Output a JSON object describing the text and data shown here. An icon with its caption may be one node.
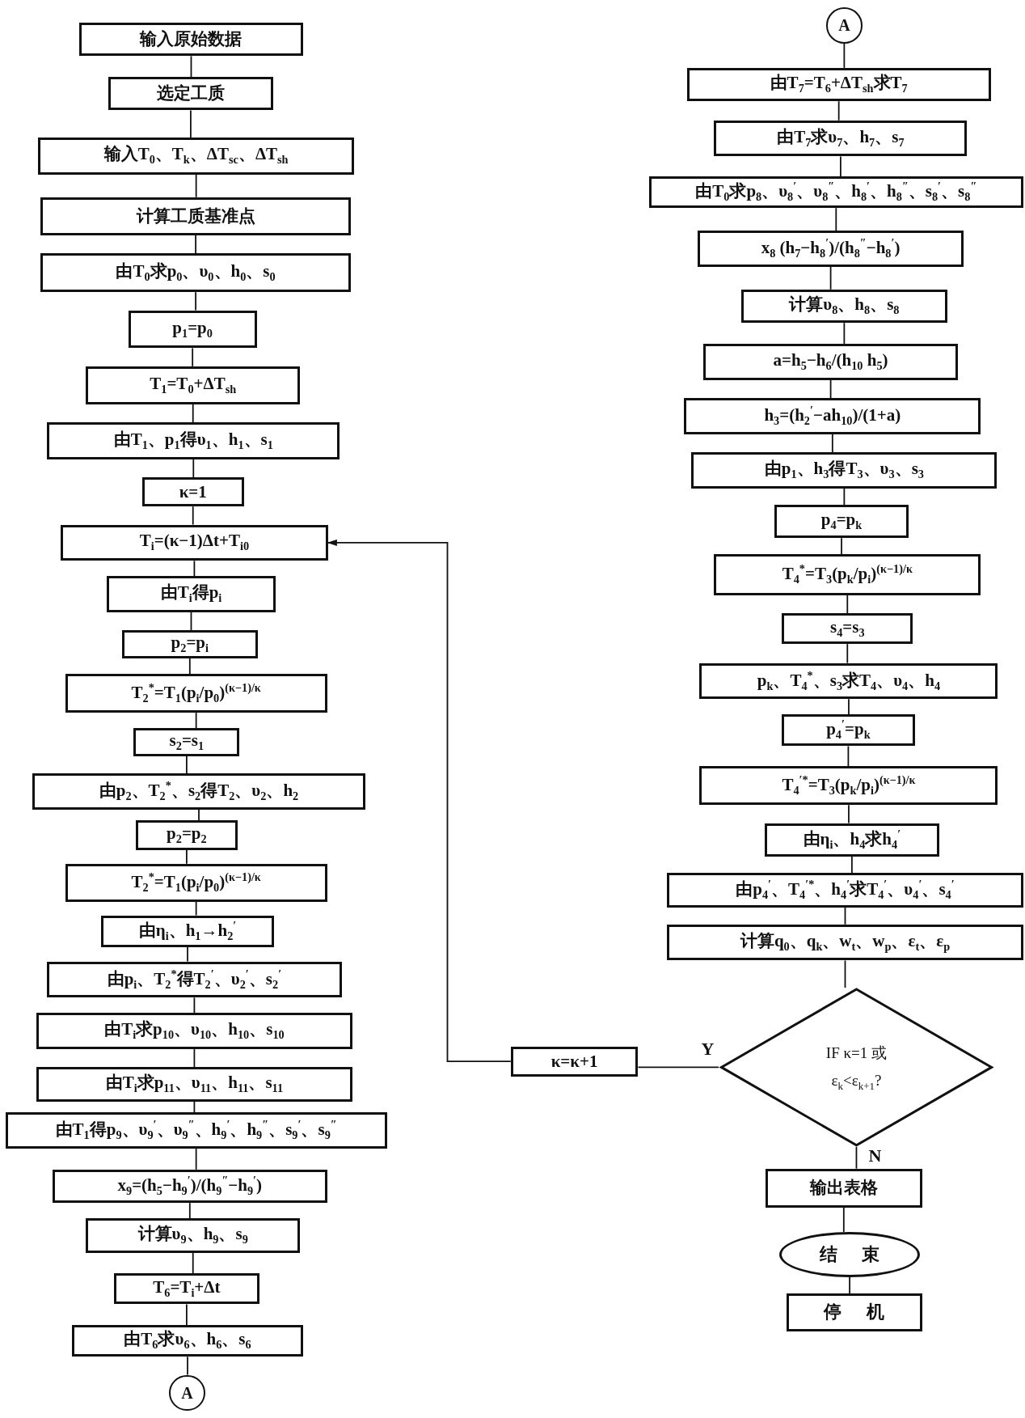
{
  "diagram": {
    "nodes": [
      {
        "text": [
          "输入原始数据"
        ]
      },
      {
        "text": [
          "选定工质"
        ]
      },
      {
        "text": [
          "输入T$_{0}$、T$_{k}$、ΔT$_{sc}$、ΔT$_{sh}$"
        ]
      },
      {
        "text": [
          "计算工质基准点"
        ]
      },
      {
        "text": [
          "由T$_{0}$求p$_{0}$、υ$_{0}$、h$_{0}$、s$_{0}$"
        ]
      },
      {
        "text": [
          "p$_{1}$=p$_{0}$"
        ]
      },
      {
        "text": [
          "T$_{1}$=T$_{0}$+ΔT$_{sh}$"
        ]
      },
      {
        "text": [
          "由T$_{1}$、p$_{1}$得υ$_{1}$、h$_{1}$、s$_{1}$"
        ]
      },
      {
        "text": [
          "κ=1"
        ]
      },
      {
        "text": [
          "T$_{i}$=(κ−1)Δt+T$_{i0}$"
        ]
      },
      {
        "text": [
          "由T$_{i}$得p$_{i}$"
        ]
      },
      {
        "text": [
          "p$_{2}$=p$_{i}$"
        ]
      },
      {
        "text": [
          "T$_{2}$$^{*}$=T$_{1}$(p$_{i}$/p$_{0}$)$^{(κ−1)/κ}$"
        ]
      },
      {
        "text": [
          "s$_{2}$=s$_{1}$"
        ]
      },
      {
        "text": [
          "由p$_{2}$、T$_{2}$$^{*}$、s$_{2}$得T$_{2}$、υ$_{2}$、h$_{2}$"
        ]
      },
      {
        "text": [
          "p$_{2}$=p$_{2}$"
        ]
      },
      {
        "text": [
          "T$_{2}$$^{*}$=T$_{1}$(p$_{i}$/p$_{0}$)$^{(κ−1)/κ}$"
        ]
      },
      {
        "text": [
          "由η$_{i}$、h$_{1}$→h$_{2}$$^{′}$"
        ]
      },
      {
        "text": [
          "由p$_{i}$、T$_{2}$$^{*}$得T$_{2}$$^{′}$、υ$_{2}$$^{′}$、s$_{2}$$^{′}$"
        ]
      },
      {
        "text": [
          "由T$_{i}$求p$_{10}$、υ$_{10}$、h$_{10}$、s$_{10}$"
        ]
      },
      {
        "text": [
          "由T$_{i}$求p$_{11}$、υ$_{11}$、h$_{11}$、s$_{11}$"
        ]
      },
      {
        "text": [
          "由T$_{1}$得p$_{9}$、υ$_{9}$$^{′}$、υ$_{9}$$^{″}$、h$_{9}$$^{′}$、h$_{9}$$^{″}$、s$_{9}$$^{′}$、s$_{9}$$^{″}$"
        ]
      },
      {
        "text": [
          "x$_{9}$=(h$_{5}$−h$_{9}$$^{′}$)/(h$_{9}$$^{″}$−h$_{9}$$^{′}$)"
        ]
      },
      {
        "text": [
          "计算υ$_{9}$、h$_{9}$、s$_{9}$"
        ]
      },
      {
        "text": [
          "T$_{6}$=T$_{i}$+Δt"
        ]
      },
      {
        "text": [
          "由T$_{6}$求υ$_{6}$、h$_{6}$、s$_{6}$"
        ]
      },
      {
        "text": [
          "A"
        ]
      },
      {
        "text": [
          "A"
        ]
      },
      {
        "text": [
          "由T$_{7}$=T$_{6}$+ΔT$_{sh}$求T$_{7}$"
        ]
      },
      {
        "text": [
          "由T$_{7}$求υ$_{7}$、h$_{7}$、s$_{7}$"
        ]
      },
      {
        "text": [
          "由T$_{0}$求p$_{8}$、υ$_{8}$$^{′}$、υ$_{8}$$^{″}$、h$_{8}$$^{′}$、h$_{8}$$^{″}$、s$_{8}$$^{′}$、s$_{8}$$^{″}$"
        ]
      },
      {
        "text": [
          "x$_{8}$ (h$_{7}$−h$_{8}$$^{′}$)/(h$_{8}$$^{″}$−h$_{8}$$^{′}$)"
        ]
      },
      {
        "text": [
          "计算υ$_{8}$、h$_{8}$、s$_{8}$"
        ]
      },
      {
        "text": [
          "a=h$_{5}$−h$_{6}$/(h$_{10}$ h$_{5}$)"
        ]
      },
      {
        "text": [
          "h$_{3}$=(h$_{2}$$^{′}$−ah$_{10}$)/(1+a)"
        ]
      },
      {
        "text": [
          "由p$_{1}$、h$_{3}$得T$_{3}$、υ$_{3}$、s$_{3}$"
        ]
      },
      {
        "text": [
          "p$_{4}$=p$_{k}$"
        ]
      },
      {
        "text": [
          "T$_{4}$$^{*}$=T$_{3}$(p$_{k}$/p$_{i}$)$^{(κ−1)/κ}$"
        ]
      },
      {
        "text": [
          "s$_{4}$=s$_{3}$"
        ]
      },
      {
        "text": [
          "p$_{k}$、T$_{4}$$^{*}$、s$_{3}$求T$_{4}$、υ$_{4}$、h$_{4}$"
        ]
      },
      {
        "text": [
          "p$_{4}$$^{′}$=p$_{k}$"
        ]
      },
      {
        "text": [
          "T$_{4}$$^{′*}$=T$_{3}$(p$_{k}$/p$_{i}$)$^{(κ−1)/κ}$"
        ]
      },
      {
        "text": [
          "由η$_{i}$、h$_{4}$求h$_{4}$$^{′}$"
        ]
      },
      {
        "text": [
          "由p$_{4}$$^{′}$、T$_{4}$$^{′*}$、h$_{4}$$^{′}$求T$_{4}$$^{′}$、υ$_{4}$$^{′}$、s$_{4}$$^{′}$"
        ]
      },
      {
        "text": [
          "计算q$_{0}$、q$_{k}$、w$_{t}$、w$_{p}$、ε$_{t}$、ε$_{p}$"
        ]
      },
      {
        "text": [
          "IF κ=1 或ε$_{k}$<ε$_{k+1}$?"
        ]
      },
      {
        "text": [
          "κ=κ+1"
        ]
      },
      {
        "text": [
          "输出表格"
        ]
      },
      {
        "text": [
          "结束"
        ]
      },
      {
        "text": [
          "停机"
        ]
      }
    ],
    "edges": [
      {
        "from": 0,
        "to": 1,
        "arrow": "none"
      },
      {
        "from": 1,
        "to": 2,
        "arrow": "none"
      },
      {
        "from": 2,
        "to": 3,
        "arrow": "none"
      },
      {
        "from": 3,
        "to": 4,
        "arrow": "none"
      },
      {
        "from": 4,
        "to": 5,
        "arrow": "none"
      },
      {
        "from": 5,
        "to": 6,
        "arrow": "none"
      },
      {
        "from": 6,
        "to": 7,
        "arrow": "none"
      },
      {
        "from": 7,
        "to": 8,
        "arrow": "none"
      },
      {
        "from": 8,
        "to": 9,
        "arrow": "none"
      },
      {
        "from": 9,
        "to": 10,
        "arrow": "none"
      },
      {
        "from": 10,
        "to": 11,
        "arrow": "none"
      },
      {
        "from": 11,
        "to": 12,
        "arrow": "none"
      },
      {
        "from": 12,
        "to": 13,
        "arrow": "none"
      },
      {
        "from": 13,
        "to": 14,
        "arrow": "none"
      },
      {
        "from": 14,
        "to": 15,
        "arrow": "none"
      },
      {
        "from": 15,
        "to": 16,
        "arrow": "none"
      },
      {
        "from": 16,
        "to": 17,
        "arrow": "none"
      },
      {
        "from": 17,
        "to": 18,
        "arrow": "none"
      },
      {
        "from": 18,
        "to": 19,
        "arrow": "none"
      },
      {
        "from": 19,
        "to": 20,
        "arrow": "none"
      },
      {
        "from": 20,
        "to": 21,
        "arrow": "none"
      },
      {
        "from": 21,
        "to": 22,
        "arrow": "none"
      },
      {
        "from": 22,
        "to": 23,
        "arrow": "none"
      },
      {
        "from": 23,
        "to": 24,
        "arrow": "none"
      },
      {
        "from": 24,
        "to": 25,
        "arrow": "none"
      },
      {
        "from": 25,
        "to": 26,
        "arrow": "none"
      },
      {
        "from": 27,
        "to": 28,
        "arrow": "none"
      },
      {
        "from": 28,
        "to": 29,
        "arrow": "none"
      },
      {
        "from": 29,
        "to": 30,
        "arrow": "none"
      },
      {
        "from": 30,
        "to": 31,
        "arrow": "none"
      },
      {
        "from": 31,
        "to": 32,
        "arrow": "none"
      },
      {
        "from": 32,
        "to": 33,
        "arrow": "none"
      },
      {
        "from": 33,
        "to": 34,
        "arrow": "none"
      },
      {
        "from": 34,
        "to": 35,
        "arrow": "none"
      },
      {
        "from": 35,
        "to": 36,
        "arrow": "none"
      },
      {
        "from": 36,
        "to": 37,
        "arrow": "none"
      },
      {
        "from": 37,
        "to": 38,
        "arrow": "none"
      },
      {
        "from": 38,
        "to": 39,
        "arrow": "none"
      },
      {
        "from": 39,
        "to": 40,
        "arrow": "none"
      },
      {
        "from": 40,
        "to": 41,
        "arrow": "none"
      },
      {
        "from": 41,
        "to": 42,
        "arrow": "none"
      },
      {
        "from": 42,
        "to": 43,
        "arrow": "none"
      },
      {
        "from": 43,
        "to": 44,
        "arrow": "none"
      },
      {
        "from": 44,
        "to": 45,
        "arrow": "none"
      },
      {
        "from": 45,
        "to": 46,
        "label": "Y",
        "arrow": "none"
      },
      {
        "from": 46,
        "to": 9,
        "arrow": "to"
      },
      {
        "from": 45,
        "to": 47,
        "label": "N",
        "arrow": "none"
      },
      {
        "from": 47,
        "to": 48,
        "arrow": "none"
      },
      {
        "from": 48,
        "to": 49,
        "arrow": "none"
      }
    ]
  }
}
